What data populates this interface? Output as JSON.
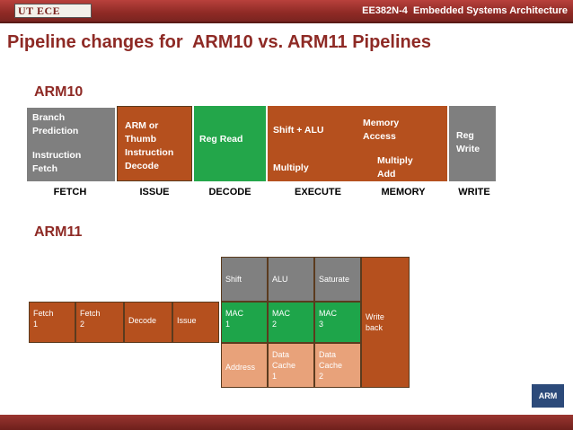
{
  "header": {
    "logo_text": "UT ECE",
    "course_title": "EE382N-4  Embedded Systems Architecture"
  },
  "slide": {
    "title": "Pipeline changes for  ARM10 vs. ARM11 Pipelines"
  },
  "arm10": {
    "label": "ARM10",
    "boxes": {
      "branch_prediction": "Branch\nPrediction",
      "instruction_fetch": "Instruction\nFetch",
      "arm_thumb_decode": "ARM or\nThumb\nInstruction\nDecode",
      "reg_read": "Reg Read",
      "shift_alu": "Shift + ALU",
      "multiply": "Multiply",
      "memory_access": "Memory\nAccess",
      "multiply_add": "Multiply\nAdd",
      "reg_write": "Reg\nWrite"
    },
    "stages": [
      "FETCH",
      "ISSUE",
      "DECODE",
      "EXECUTE",
      "MEMORY",
      "WRITE"
    ]
  },
  "arm11": {
    "label": "ARM11",
    "boxes": {
      "fetch1": "Fetch\n1",
      "fetch2": "Fetch\n2",
      "decode": "Decode",
      "issue": "Issue",
      "shift": "Shift",
      "alu": "ALU",
      "saturate": "Saturate",
      "mac1": "MAC\n1",
      "mac2": "MAC\n2",
      "mac3": "MAC\n3",
      "address": "Address",
      "data_cache1": "Data\nCache\n1",
      "data_cache2": "Data\nCache\n2",
      "write_back": "Write\nback"
    }
  },
  "footer": {
    "arm_logo": "ARM"
  },
  "colors": {
    "header_red": "#8e2a25",
    "brown": "#b5501e",
    "green": "#23a64a",
    "gray": "#7f7f7f",
    "peach": "#e8a27a"
  }
}
